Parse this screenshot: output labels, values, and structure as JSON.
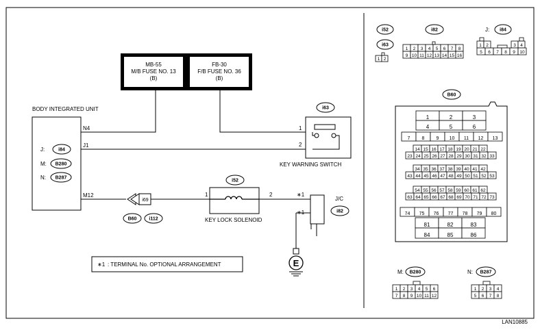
{
  "fuses": [
    {
      "line1": "MB-55",
      "line2": "M/B FUSE NO. 13",
      "line3": "(B)"
    },
    {
      "line1": "FB-30",
      "line2": "F/B FUSE NO. 36",
      "line3": "(B)"
    }
  ],
  "body_unit": {
    "title": "BODY INTEGRATED UNIT",
    "pin_n4": "N4",
    "pin_j1": "J1",
    "pin_m12": "M12",
    "conn_j_label": "J:",
    "conn_j": "i84",
    "conn_m_label": "M:",
    "conn_m": "B280",
    "conn_n_label": "N:",
    "conn_n": "B287"
  },
  "key_warning": {
    "connector": "i63",
    "pin1": "1",
    "pin2": "2",
    "label": "KEY WARNING SWITCH"
  },
  "solenoid": {
    "connector": "i52",
    "pin1": "1",
    "pin2": "2",
    "label": "KEY LOCK SOLENOID"
  },
  "joint_conn": {
    "connector": "i69",
    "under1": "B60",
    "under2": "i112"
  },
  "jc": {
    "label": "J/C",
    "connector": "i82",
    "mark1": "∗1",
    "mark2": "∗1"
  },
  "ground_symbol": "E",
  "note": {
    "mark": "∗1",
    "text": ": TERMINAL No. OPTIONAL ARRANGEMENT"
  },
  "footer_code": "LAN10885",
  "connectors": {
    "i52": "i52",
    "i63": "i63",
    "i63_pins": [
      "1",
      "2"
    ],
    "i82": "i82",
    "i82_row1": [
      "1",
      "2",
      "3",
      "4",
      "5",
      "6",
      "7",
      "8"
    ],
    "i82_row2": [
      "9",
      "10",
      "11",
      "12",
      "13",
      "14",
      "15",
      "16"
    ],
    "i84_label": "J:",
    "i84": "i84",
    "i84_row1": [
      "1",
      "2",
      "3",
      "4"
    ],
    "i84_row2": [
      "5",
      "6",
      "7",
      "8",
      "9",
      "10"
    ],
    "b60": "B60",
    "b60_r1": [
      "1",
      "2",
      "3"
    ],
    "b60_r2": [
      "4",
      "5",
      "6"
    ],
    "b60_r3": [
      "7",
      "8",
      "9",
      "10",
      "11",
      "12",
      "13"
    ],
    "b60_r4": [
      "14",
      "15",
      "16",
      "17",
      "18",
      "19",
      "20",
      "21",
      "22"
    ],
    "b60_r5": [
      "23",
      "24",
      "25",
      "26",
      "27",
      "28",
      "29",
      "30",
      "31",
      "32",
      "33"
    ],
    "b60_r6": [
      "34",
      "35",
      "36",
      "37",
      "38",
      "39",
      "40",
      "41",
      "42"
    ],
    "b60_r7": [
      "43",
      "44",
      "45",
      "46",
      "47",
      "48",
      "49",
      "50",
      "51",
      "52",
      "53"
    ],
    "b60_r8": [
      "54",
      "55",
      "56",
      "57",
      "58",
      "59",
      "60",
      "61",
      "62"
    ],
    "b60_r9": [
      "63",
      "64",
      "65",
      "66",
      "67",
      "68",
      "69",
      "70",
      "71",
      "72",
      "73"
    ],
    "b60_r10": [
      "74",
      "75",
      "76",
      "77",
      "78",
      "79",
      "80"
    ],
    "b60_r11": [
      "81",
      "82",
      "83"
    ],
    "b60_r12": [
      "84",
      "85",
      "86"
    ],
    "b280_label": "M:",
    "b280": "B280",
    "b280_row1": [
      "1",
      "2",
      "3",
      "4",
      "5",
      "6"
    ],
    "b280_row2": [
      "7",
      "8",
      "9",
      "10",
      "11",
      "12"
    ],
    "b287_label": "N:",
    "b287": "B287",
    "b287_row1": [
      "1",
      "2",
      "3",
      "4"
    ],
    "b287_row2": [
      "5",
      "6",
      "7",
      "8"
    ]
  }
}
